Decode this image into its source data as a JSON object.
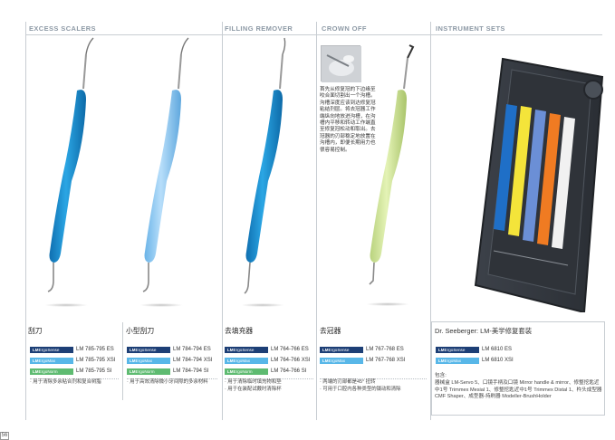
{
  "sections": {
    "excess_scalers": "EXCESS SCALERS",
    "filling_remover": "FILLING REMOVER",
    "crown_off": "CROWN OFF",
    "instrument_sets": "INSTRUMENT SETS"
  },
  "products": {
    "scaler": {
      "title_cn": "刮刀",
      "chips": [
        {
          "brand": "LM",
          "line": "ErgoSense",
          "code": "LM 785-795 ES"
        },
        {
          "brand": "LM",
          "line": "ErgoMax",
          "code": "LM 785-795 XSI"
        },
        {
          "brand": "LM",
          "line": "ErgoNorm",
          "code": "LM 785-795 SI"
        }
      ],
      "note": "用于清除多余粘合剂和复合树脂"
    },
    "small_scaler": {
      "title_cn": "小型刮刀",
      "chips": [
        {
          "brand": "LM",
          "line": "ErgoSense",
          "code": "LM 784-794 ES"
        },
        {
          "brand": "LM",
          "line": "ErgoMax",
          "code": "LM 784-794 XSI"
        },
        {
          "brand": "LM",
          "line": "ErgoNorm",
          "code": "LM 784-794 SI"
        }
      ],
      "note": "用于高效清除微小牙间隙的多余材料"
    },
    "filling": {
      "title_cn": "去填充器",
      "chips": [
        {
          "brand": "LM",
          "line": "ErgoSense",
          "code": "LM 764-766 ES"
        },
        {
          "brand": "LM",
          "line": "ErgoMax",
          "code": "LM 764-766 XSI"
        },
        {
          "brand": "LM",
          "line": "ErgoNorm",
          "code": "LM 764-766 SI"
        }
      ],
      "notes": [
        "用于清除临时填充物和垫",
        "用于在装配试戴时清除杯"
      ]
    },
    "crown": {
      "title_cn": "去冠器",
      "chips": [
        {
          "brand": "LM",
          "line": "ErgoSense",
          "code": "LM 767-768 ES"
        },
        {
          "brand": "LM",
          "line": "ErgoMax",
          "code": "LM 767-768 XSI"
        }
      ],
      "notes": [
        "两端的刃部都是45° 扭转",
        "可用于口腔内各种类型的镊动和清除"
      ],
      "description": "首先从修复冠的下边缘至咬合面切割出一个沟槽。沟槽深度应该到达修复冠粘结剂层。将去冠器工作端纵向地放进沟槽，在沟槽内平移和转动工作端直至修复冠松动和取出。去冠器的刃部稳定地放置在沟槽内，即便长期用力也很容易控制。"
    },
    "set": {
      "subtitle": "Dr. Seeberger: LM-美学修复套装",
      "chips": [
        {
          "brand": "LM",
          "line": "ErgoSense",
          "code": "LM 6810 ES"
        },
        {
          "brand": "LM",
          "line": "ErgoMax",
          "code": "LM 6810 XSI"
        }
      ],
      "contents_label": "包含:",
      "contents": "器械盒 LM-Servo 5、口镜手柄及口镜 Mirror handle & mirror、修整挖匙近中1号 Trimmex Mesial 1、修整挖匙近中1号 Trimmex Distal 1、杵头成型器 CMF Shaper、成型器-持刷器 Modeller-BrushHolder"
    }
  },
  "page_number": "56",
  "colors": {
    "handle_blue": "#1f9ad8",
    "handle_light_blue": "#8ecaf2",
    "handle_green": "#d4ea9e",
    "chip_sense": "#1d3f76",
    "chip_max": "#58b7e8",
    "chip_norm": "#5ebb71",
    "section_title": "#8e9aa6"
  }
}
